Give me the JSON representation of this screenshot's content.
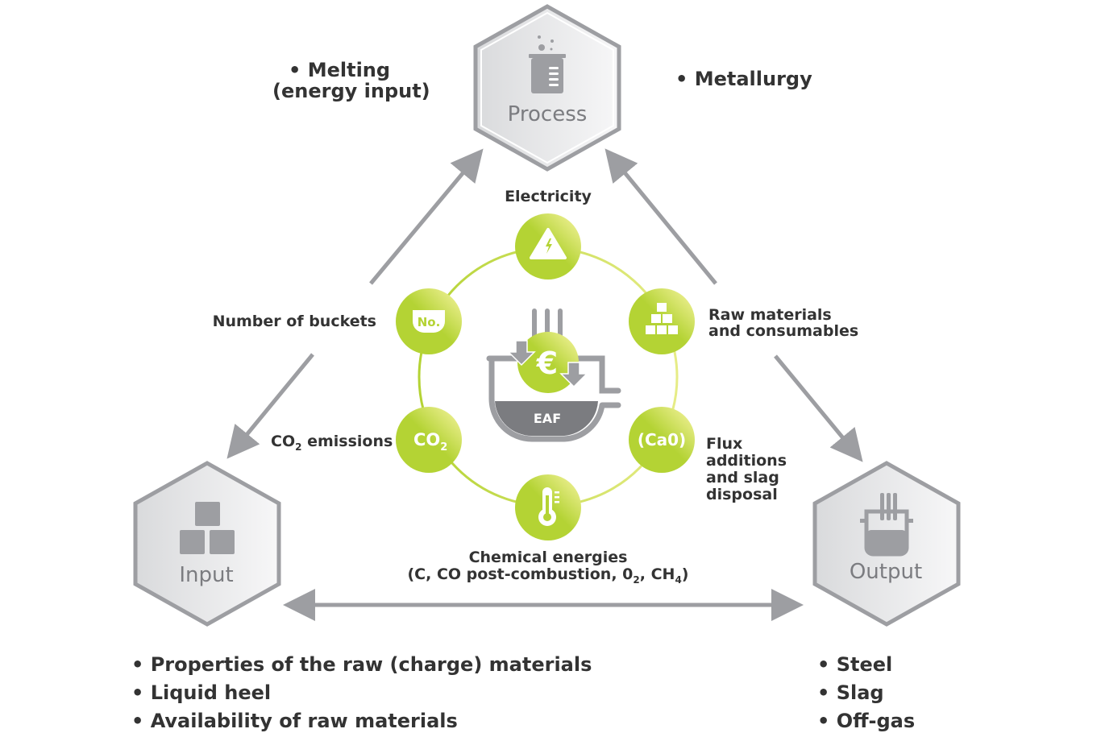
{
  "colors": {
    "green": "#b4d334",
    "light_green": "#e6ec86",
    "gray": "#9d9ea2",
    "dark_gray": "#7b7c80",
    "text": "#333333"
  },
  "hexagons": {
    "process": "Process",
    "input": "Input",
    "output": "Output"
  },
  "process_notes": {
    "left_bullet": "•",
    "left_line1": "Melting",
    "left_line2": "(energy input)",
    "right": "• Metallurgy"
  },
  "center": {
    "label": "EAF",
    "currency": "€"
  },
  "nodes": {
    "electricity": "Electricity",
    "buckets": "Number of buckets",
    "buckets_icon": "No.",
    "raw1": "Raw materials",
    "raw2": "and consumables",
    "co2_a": "CO",
    "co2_sub": "2",
    "co2_b": " emissions",
    "co2_icon_a": "CO",
    "co2_icon_sub": "2",
    "flux1": "Flux",
    "flux2": "additions",
    "flux3": "and slag",
    "flux4": "disposal",
    "cao_icon": "(Ca0)",
    "chem1": "Chemical energies",
    "chem2a": "(C, CO post-combustion, 0",
    "chem2sub1": "2",
    "chem2b": ", CH",
    "chem2sub2": "4",
    "chem2c": ")"
  },
  "input_list": [
    "• Properties of the raw (charge) materials",
    "• Liquid heel",
    "• Availability of raw materials"
  ],
  "output_list": [
    "• Steel",
    "• Slag",
    "• Off-gas"
  ]
}
